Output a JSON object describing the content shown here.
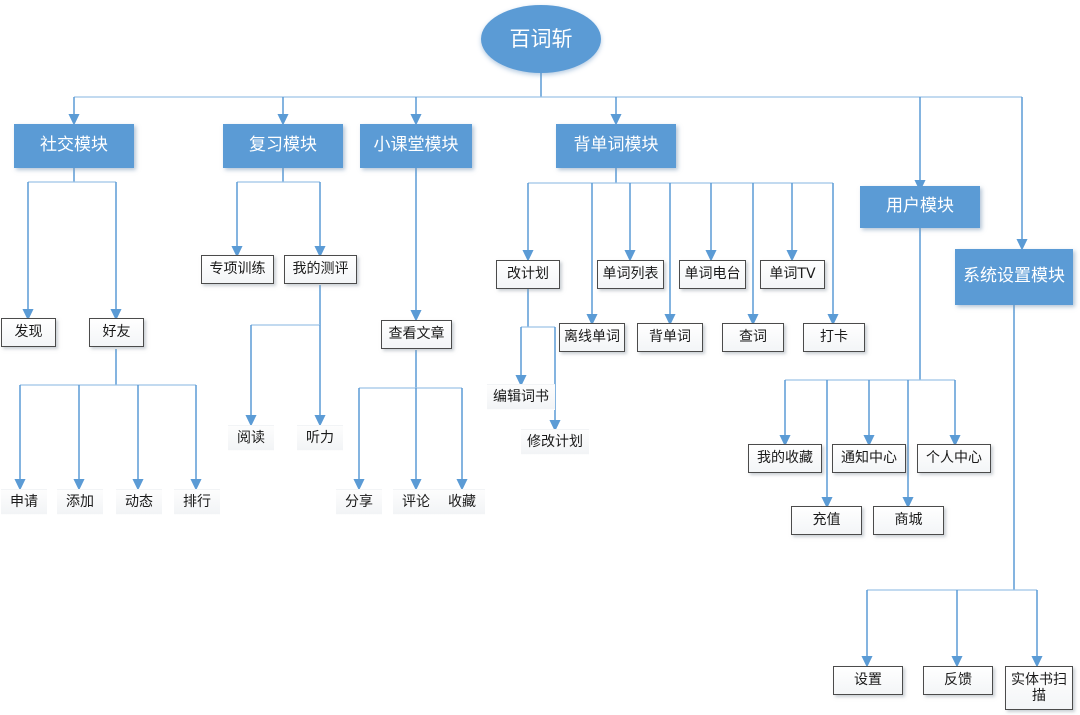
{
  "diagram": {
    "title": "百词斩",
    "type": "hierarchy-tree",
    "colors": {
      "module_fill": "#5B9BD5",
      "module_text": "#FFFFFF",
      "connector": "#5B9BD5",
      "connector_light": "#9DC3E6",
      "leaf_border": "#4B4B4B",
      "background": "#FFFFFF"
    },
    "root": {
      "label": "百词斩"
    },
    "modules": [
      {
        "label": "社交模块"
      },
      {
        "label": "复习模块"
      },
      {
        "label": "小课堂模块"
      },
      {
        "label": "背单词模块"
      },
      {
        "label": "用户模块"
      },
      {
        "label": "系统设置模块"
      }
    ],
    "nodes": {
      "faxian": "发现",
      "haoyou": "好友",
      "shenqing": "申请",
      "tianjia": "添加",
      "dongtai": "动态",
      "paihang": "排行",
      "zhuanxiang": "专项训练",
      "wodeceping": "我的测评",
      "yuedu": "阅读",
      "tingli": "听力",
      "chakanwenzhang": "查看文章",
      "fenxiang": "分享",
      "pinglun": "评论",
      "shoucang": "收藏",
      "gaijihua": "改计划",
      "bianjicishu": "编辑词书",
      "xiugaijihua": "修改计划",
      "lixiandanci": "离线单词",
      "dancileibiao": "单词列表",
      "beidanci": "背单词",
      "dancidiantai": "单词电台",
      "chaci": "查词",
      "danciTV": "单词TV",
      "daka": "打卡",
      "wodeshoucang": "我的收藏",
      "chongzhi": "充值",
      "tongzhizhongxin": "通知中心",
      "shangcheng": "商城",
      "gerenzhongxin": "个人中心",
      "shezhi": "设置",
      "fankui": "反馈",
      "shitishusaomiao": "实体书扫描"
    },
    "edges": [
      {
        "from": "百词斩",
        "to": "社交模块"
      },
      {
        "from": "百词斩",
        "to": "复习模块"
      },
      {
        "from": "百词斩",
        "to": "小课堂模块"
      },
      {
        "from": "百词斩",
        "to": "背单词模块"
      },
      {
        "from": "百词斩",
        "to": "用户模块"
      },
      {
        "from": "百词斩",
        "to": "系统设置模块"
      },
      {
        "from": "社交模块",
        "to": "发现"
      },
      {
        "from": "社交模块",
        "to": "好友"
      },
      {
        "from": "好友",
        "to": "申请"
      },
      {
        "from": "好友",
        "to": "添加"
      },
      {
        "from": "好友",
        "to": "动态"
      },
      {
        "from": "好友",
        "to": "排行"
      },
      {
        "from": "复习模块",
        "to": "专项训练"
      },
      {
        "from": "复习模块",
        "to": "我的测评"
      },
      {
        "from": "我的测评",
        "to": "阅读"
      },
      {
        "from": "我的测评",
        "to": "听力"
      },
      {
        "from": "小课堂模块",
        "to": "查看文章"
      },
      {
        "from": "查看文章",
        "to": "分享"
      },
      {
        "from": "查看文章",
        "to": "评论"
      },
      {
        "from": "查看文章",
        "to": "收藏"
      },
      {
        "from": "背单词模块",
        "to": "改计划"
      },
      {
        "from": "背单词模块",
        "to": "离线单词"
      },
      {
        "from": "背单词模块",
        "to": "单词列表"
      },
      {
        "from": "背单词模块",
        "to": "背单词"
      },
      {
        "from": "背单词模块",
        "to": "单词电台"
      },
      {
        "from": "背单词模块",
        "to": "查词"
      },
      {
        "from": "背单词模块",
        "to": "单词TV"
      },
      {
        "from": "背单词模块",
        "to": "打卡"
      },
      {
        "from": "改计划",
        "to": "编辑词书"
      },
      {
        "from": "改计划",
        "to": "修改计划"
      },
      {
        "from": "用户模块",
        "to": "我的收藏"
      },
      {
        "from": "用户模块",
        "to": "充值"
      },
      {
        "from": "用户模块",
        "to": "通知中心"
      },
      {
        "from": "用户模块",
        "to": "商城"
      },
      {
        "from": "用户模块",
        "to": "个人中心"
      },
      {
        "from": "系统设置模块",
        "to": "设置"
      },
      {
        "from": "系统设置模块",
        "to": "反馈"
      },
      {
        "from": "系统设置模块",
        "to": "实体书扫描"
      }
    ]
  }
}
